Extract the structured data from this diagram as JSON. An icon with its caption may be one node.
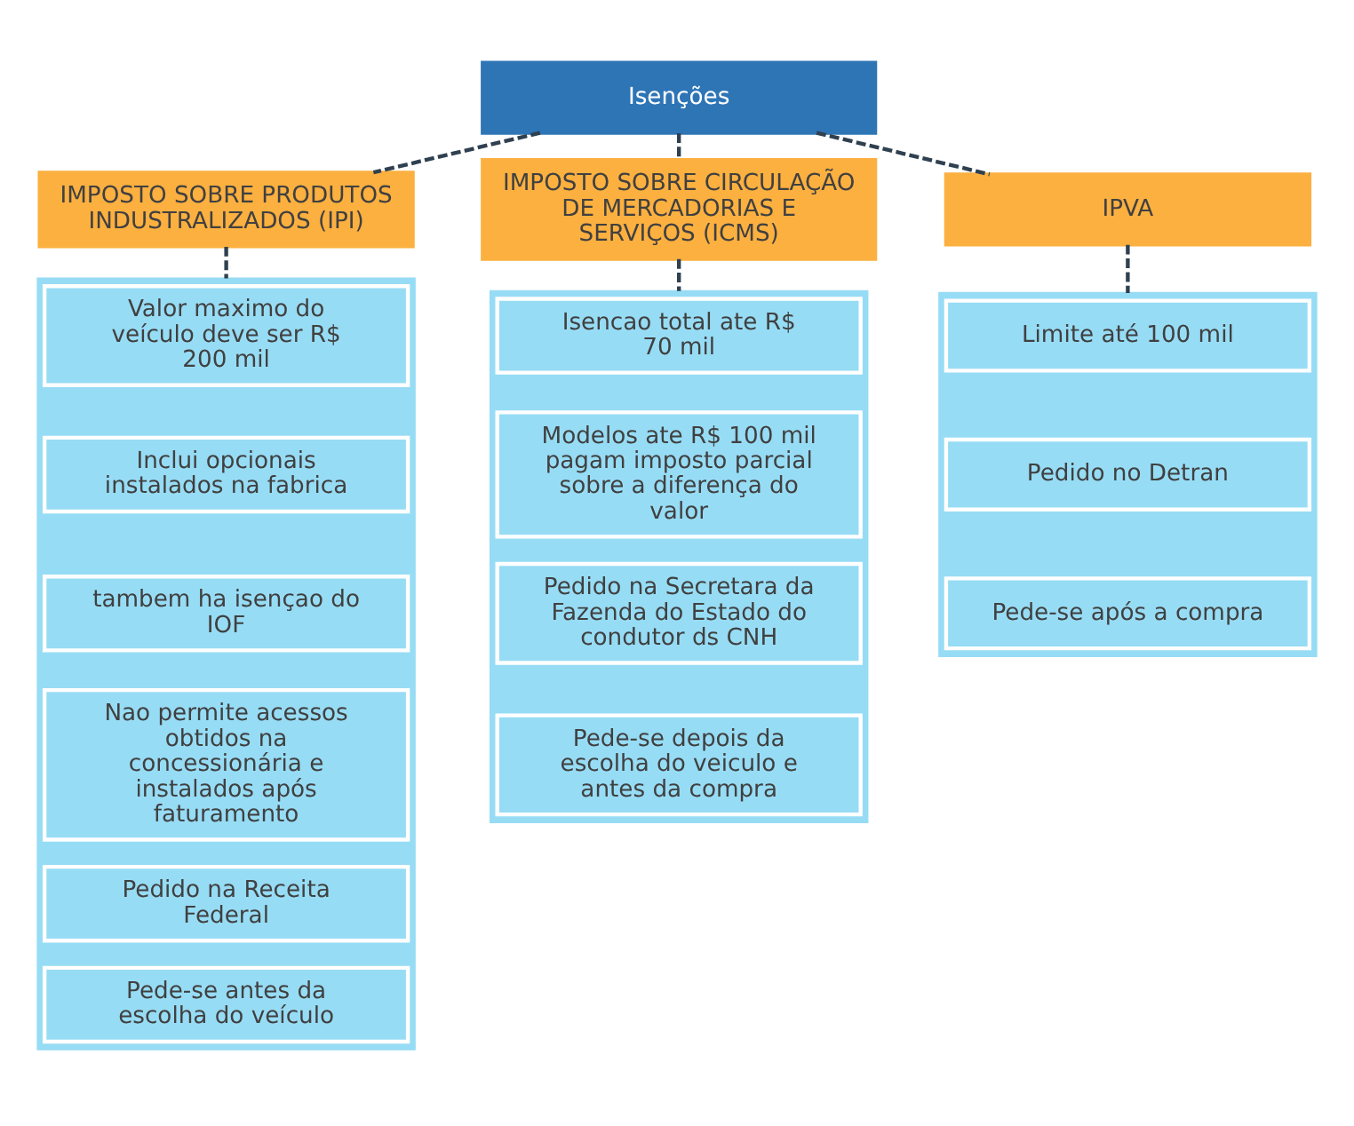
{
  "diagram": {
    "nodes": [
      {
        "text": [
          "Isenções"
        ]
      },
      {
        "text": [
          "IMPOSTO SOBRE PRODUTOS INDUSTRALIZADOS (IPI)"
        ]
      },
      {
        "text": [
          "IMPOSTO SOBRE CIRCULAÇÃO DE MERCADORIAS E SERVIÇOS (ICMS)"
        ]
      },
      {
        "text": [
          "IPVA"
        ]
      },
      {
        "text": [],
        "shape": "box"
      },
      {
        "text": [
          "Valor maximo do veículo deve ser R$ 200 mil"
        ],
        "in": 4
      },
      {
        "text": [
          "Inclui opcionais instalados na fabrica"
        ],
        "in": 4
      },
      {
        "text": [
          "tambem ha isençao do IOF"
        ],
        "in": 4
      },
      {
        "text": [
          "Nao permite acessos obtidos na concessionária e instalados após faturamento"
        ],
        "in": 4
      },
      {
        "text": [
          "Pedido na Receita Federal"
        ],
        "in": 4
      },
      {
        "text": [
          "Pede-se antes da escolha do veículo"
        ],
        "in": 4
      },
      {
        "text": [],
        "shape": "box"
      },
      {
        "text": [
          "Isencao total ate R$ 70 mil"
        ],
        "in": 11
      },
      {
        "text": [
          "Modelos ate R$ 100 mil pagam imposto parcial sobre a diferença do valor"
        ],
        "in": 11
      },
      {
        "text": [
          "Pedido na Secretara da Fazenda do Estado do condutor ds CNH"
        ],
        "in": 11
      },
      {
        "text": [
          "Pede-se depois da escolha do veiculo e antes da compra"
        ],
        "in": 11
      },
      {
        "text": [],
        "shape": "box"
      },
      {
        "text": [
          "Limite até 100 mil"
        ],
        "in": 16
      },
      {
        "text": [
          "Pedido no Detran"
        ],
        "in": 16
      },
      {
        "text": [
          "Pede-se após a compra"
        ],
        "in": 16
      }
    ],
    "edges": [
      {
        "from": 0,
        "to": 1,
        "arrow": "none",
        "style": "dashed"
      },
      {
        "from": 0,
        "to": 2,
        "arrow": "none",
        "style": "dashed"
      },
      {
        "from": 0,
        "to": 3,
        "arrow": "none",
        "style": "dashed"
      },
      {
        "from": 1,
        "to": 4,
        "arrow": "none",
        "style": "dashed"
      },
      {
        "from": 2,
        "to": 11,
        "arrow": "none",
        "style": "dashed"
      },
      {
        "from": 3,
        "to": 16,
        "arrow": "none",
        "style": "dashed"
      }
    ]
  }
}
